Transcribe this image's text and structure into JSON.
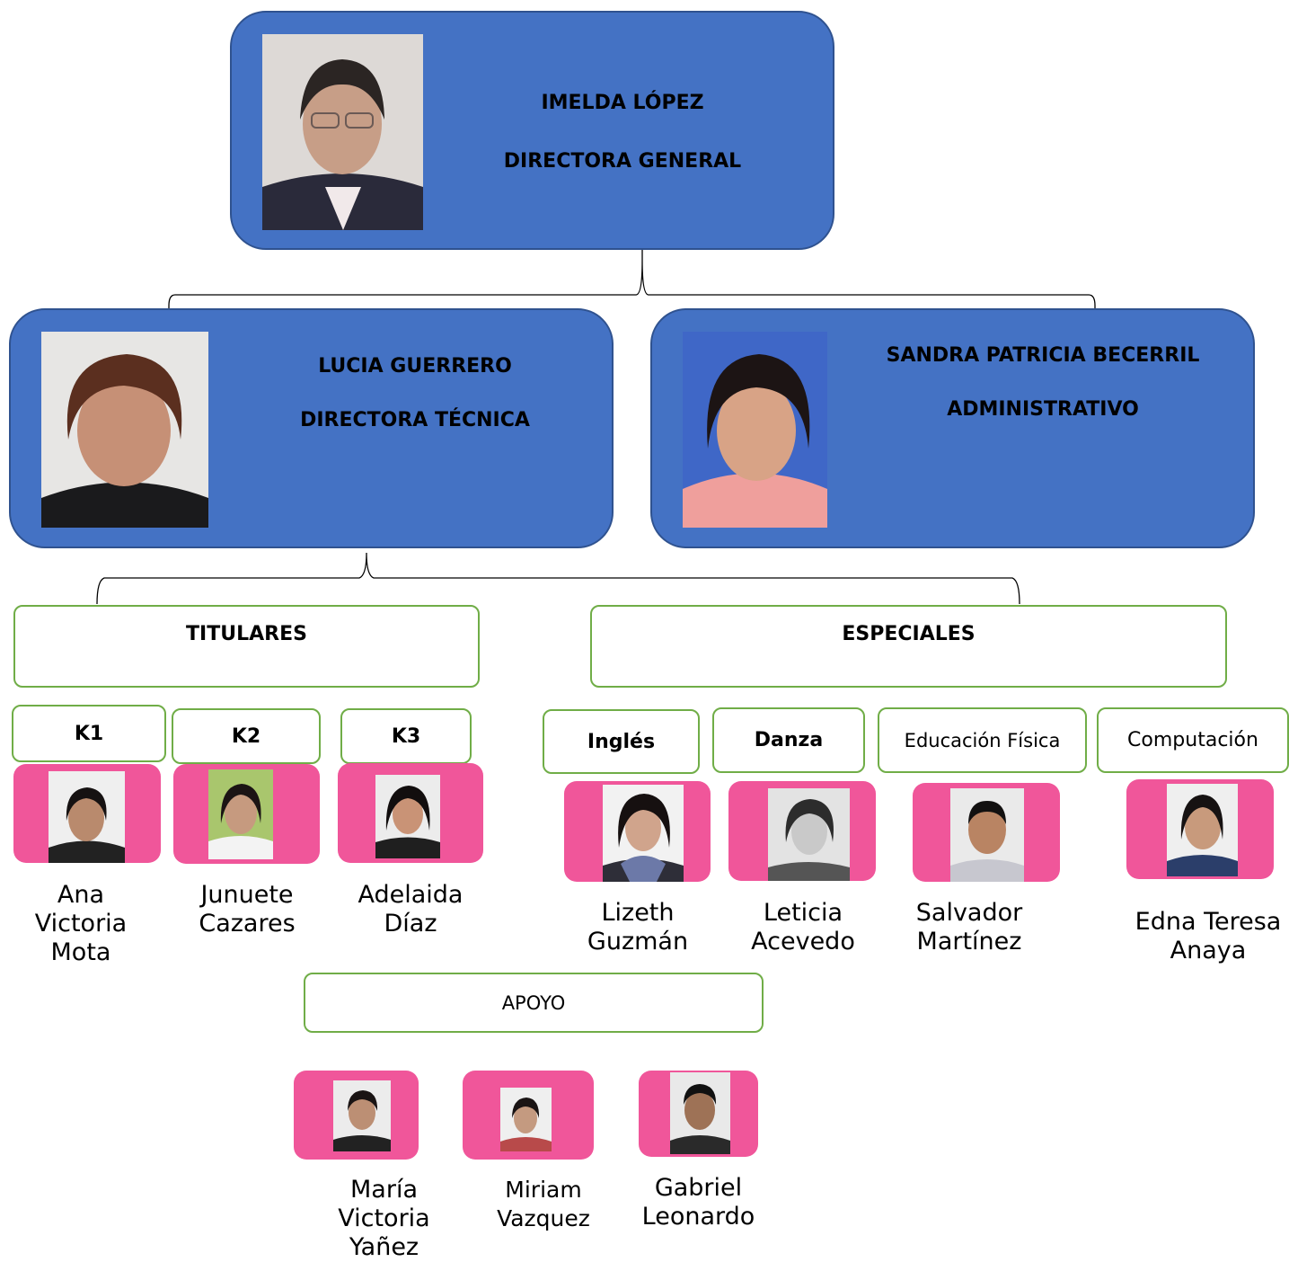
{
  "director": {
    "name": "IMELDA LÓPEZ",
    "role": "DIRECTORA GENERAL"
  },
  "tecnica": {
    "name": "LUCIA GUERRERO",
    "role": "DIRECTORA TÉCNICA"
  },
  "admin": {
    "name": "SANDRA PATRICIA BECERRIL",
    "role": "ADMINISTRATIVO"
  },
  "groups": {
    "titulares": "TITULARES",
    "especiales": "ESPECIALES",
    "apoyo": "APOYO"
  },
  "grades": {
    "k1": "K1",
    "k2": "K2",
    "k3": "K3"
  },
  "subjects": {
    "ingles": "Inglés",
    "danza": "Danza",
    "edfisica": "Educación Física",
    "computacion": "Computación"
  },
  "staff": {
    "k1": "Ana\nVictoria\nMota",
    "k2": "Junuete\nCazares",
    "k3": "Adelaida\nDíaz",
    "ingles": "Lizeth\nGuzmán",
    "danza": "Leticia\nAcevedo",
    "edfisica": "Salvador\nMartínez",
    "computacion": "Edna Teresa\nAnaya",
    "apoyo1": "María\nVictoria\nYañez",
    "apoyo2": "Miriam\nVazquez",
    "apoyo3": "Gabriel\nLeonardo"
  },
  "colors": {
    "blue": "#4472c4",
    "pink": "#f0569a",
    "green": "#70ad47"
  }
}
